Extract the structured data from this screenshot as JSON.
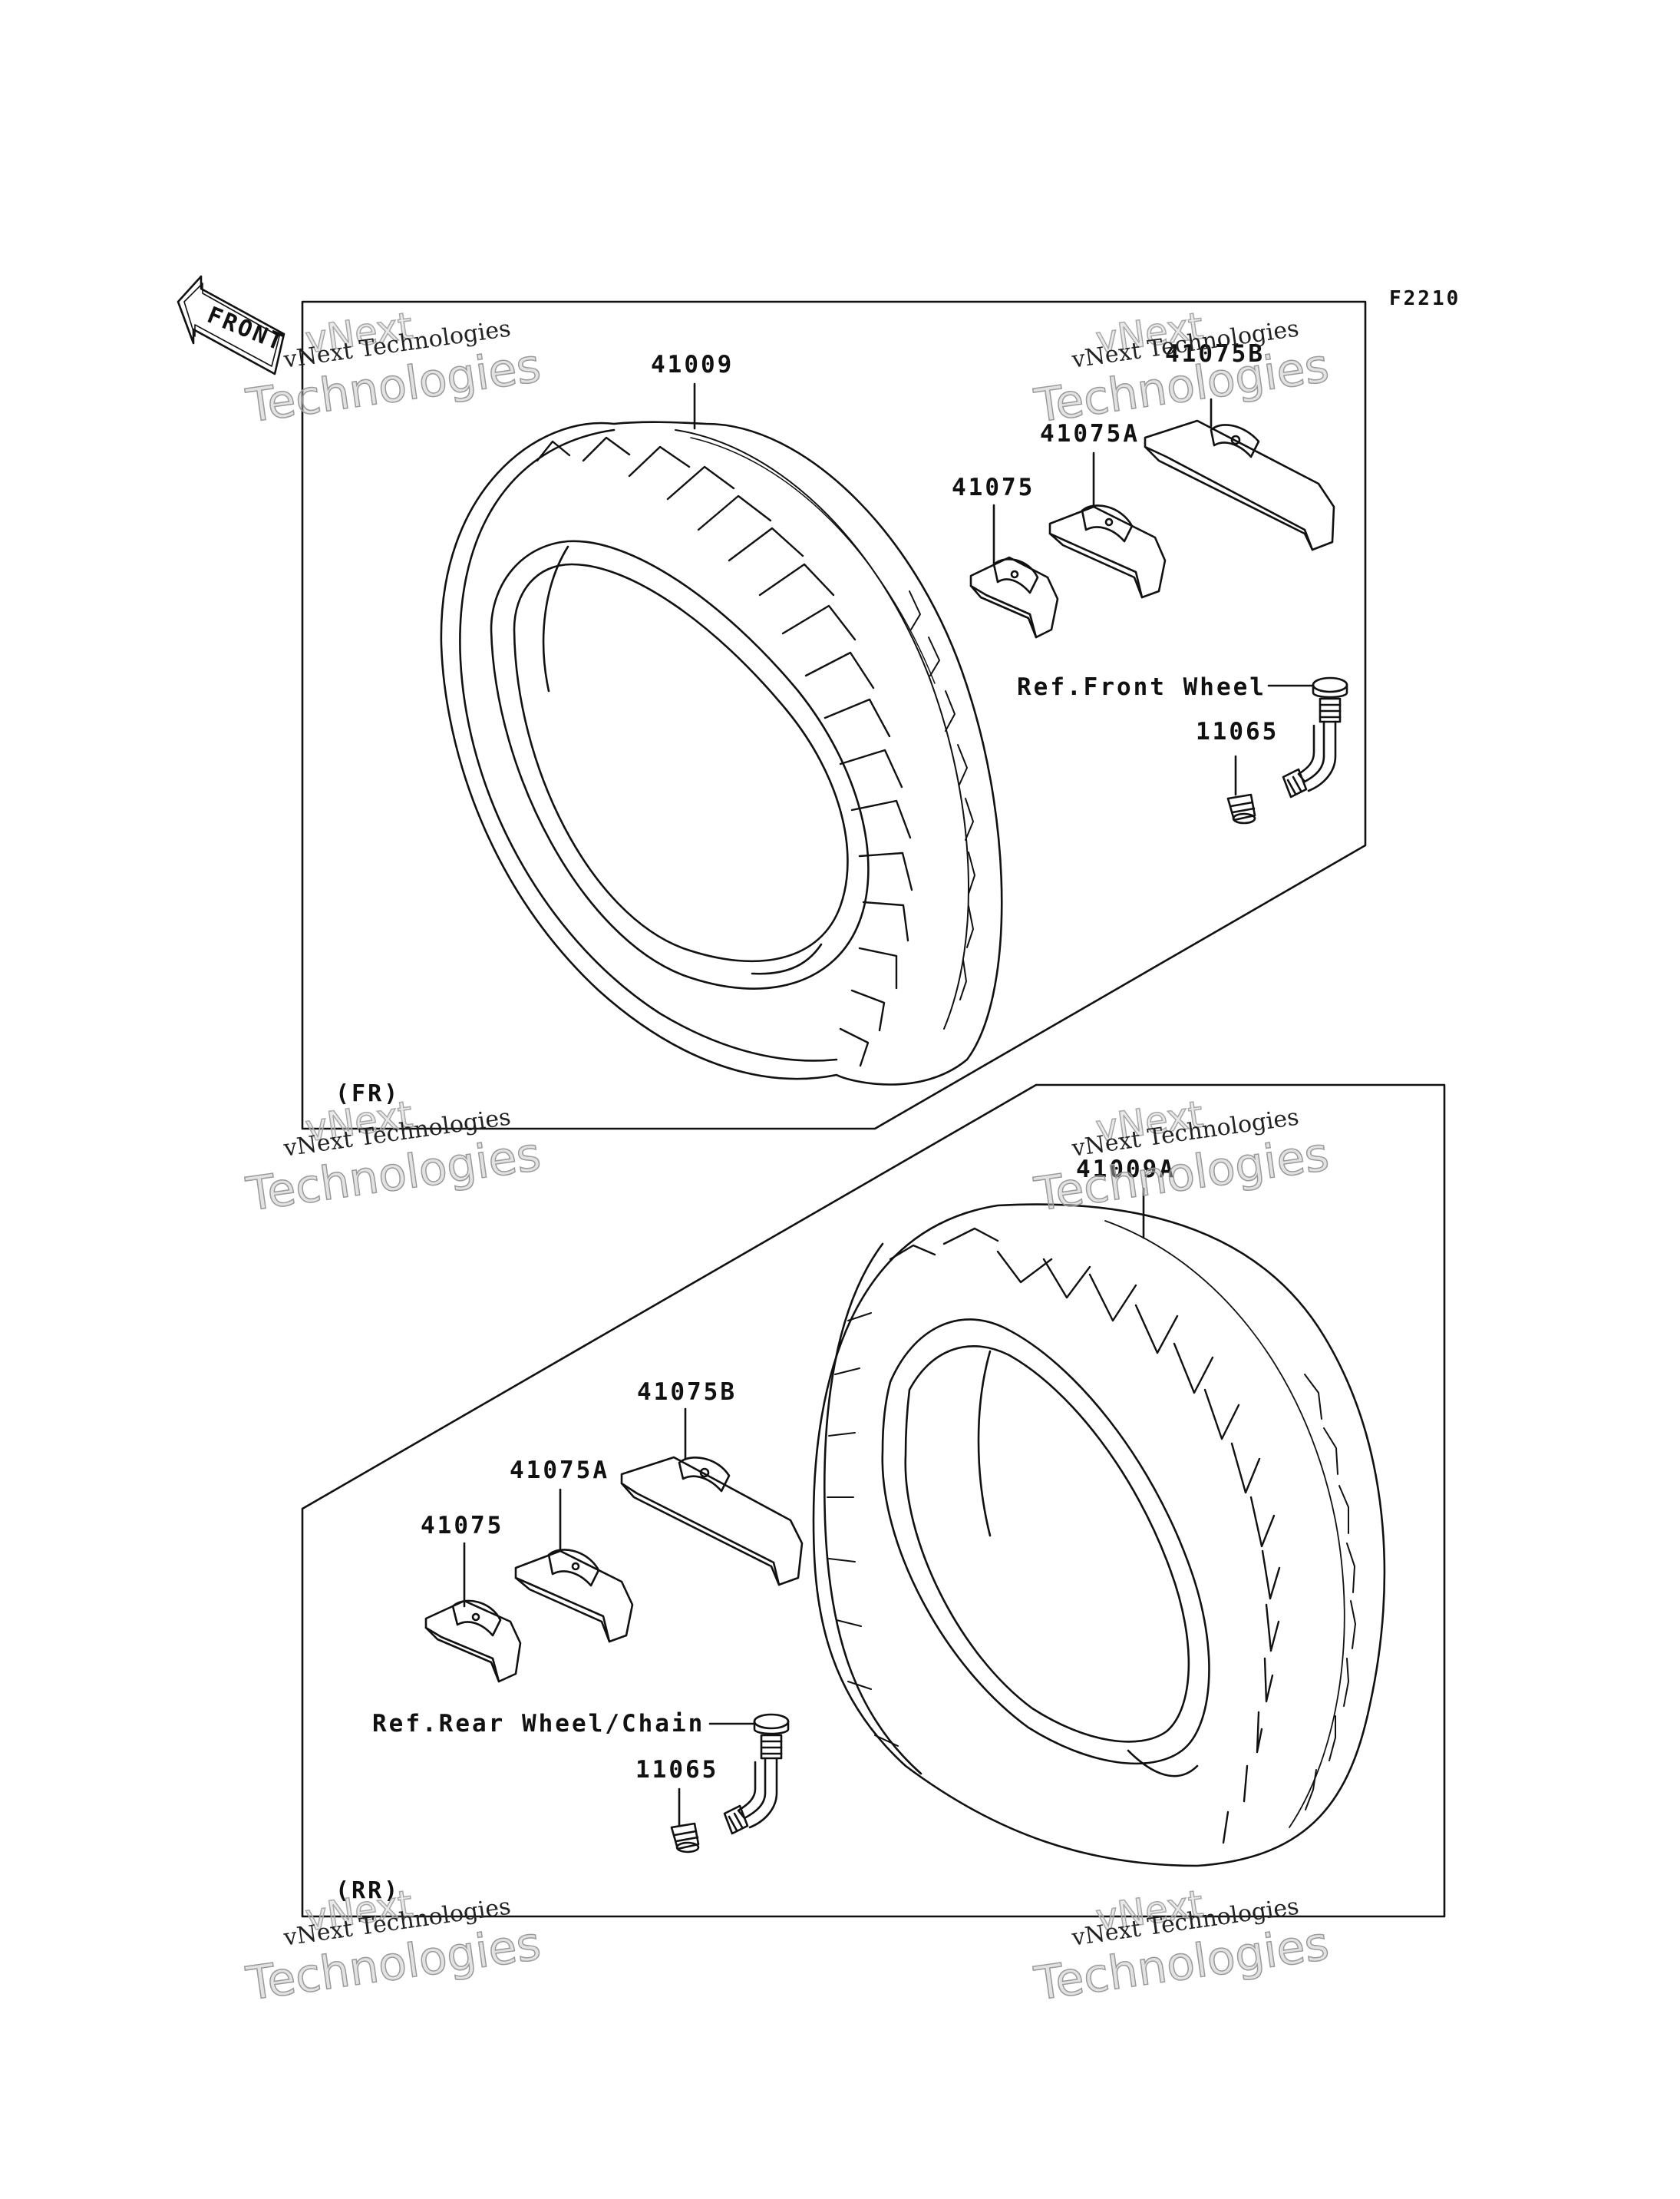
{
  "figure_id": "F2210",
  "front_arrow": {
    "text": "FRONT",
    "icon": "front-direction-arrow-icon"
  },
  "sections": {
    "front": {
      "tag": "(FR)",
      "tire": "41009",
      "weights": [
        "41075",
        "41075A",
        "41075B"
      ],
      "valve": "11065",
      "ref": "Ref.Front Wheel"
    },
    "rear": {
      "tag": "(RR)",
      "tire": "41009A",
      "weights": [
        "41075",
        "41075A",
        "41075B"
      ],
      "valve": "11065",
      "ref": "Ref.Rear Wheel/Chain"
    }
  },
  "watermark": {
    "brand": "vNext Technologies",
    "line1": "vNext",
    "line2": "Technologies"
  }
}
